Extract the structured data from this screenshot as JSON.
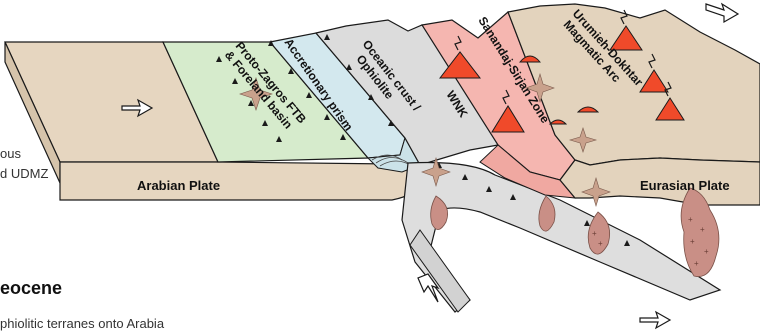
{
  "left_text": {
    "line1": "ous",
    "line2": "d UDMZ",
    "period": "eocene",
    "caption": "phiolitic terranes onto Arabia"
  },
  "labels": {
    "arabian_plate": "Arabian Plate",
    "eurasian_plate": "Eurasian Plate",
    "proto_zagros_1": "Proto-Zagros FTB",
    "proto_zagros_2": "& Foreland basin",
    "accretionary_prism": "Accretionary prism",
    "oceanic_crust_1": "Oceanic crust /",
    "oceanic_crust_2": "Ophiolite",
    "wnk": "WNK",
    "sanandaj_sirjan": "Sanandaj-Sirjan Zone",
    "udma_1": "Urumieh-Dokhtar",
    "udma_2": "Magmatic Arc"
  },
  "colors": {
    "arabian_plate": "#e6d6c0",
    "foreland_basin": "#d6ebcc",
    "accretionary_prism": "#d3e8ee",
    "oceanic_crust": "#dcdcdc",
    "sanandaj_sirjan": "#f5b6b0",
    "eurasian_plate": "#e3d3bd",
    "volcano": "#f04a2a",
    "pluton": "#c98f86"
  },
  "icons": [
    "arrow-outline-icon",
    "volcano-icon",
    "star-icon",
    "pluton-icon",
    "thrust-triangle-icon"
  ]
}
